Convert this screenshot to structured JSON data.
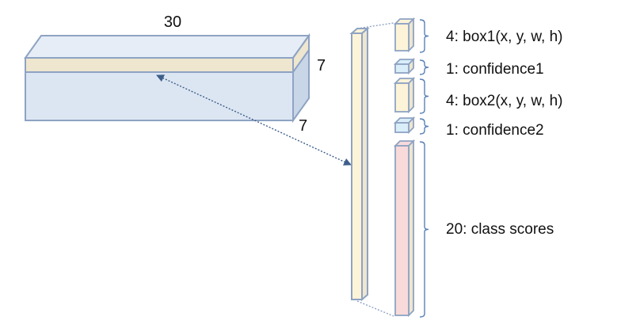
{
  "tensor": {
    "width_label": "30",
    "height_label": "7",
    "depth_label": "7"
  },
  "vector": {
    "segments": [
      {
        "id": "box1",
        "label": "4: box1(x, y, w, h)",
        "kind": "box"
      },
      {
        "id": "confidence1",
        "label": "1: confidence1",
        "kind": "confidence"
      },
      {
        "id": "box2",
        "label": "4: box2(x, y, w, h)",
        "kind": "box"
      },
      {
        "id": "confidence2",
        "label": "1: confidence2",
        "kind": "confidence"
      },
      {
        "id": "class-scores",
        "label": "20: class scores",
        "kind": "class"
      }
    ]
  },
  "colors": {
    "edge": "#8ea3c3",
    "tensor_front": "#dce6f2",
    "tensor_top": "#e6edf6",
    "tensor_side": "#c9d6e8",
    "slice": "#eee6cf",
    "column": "#fdf3d8",
    "confidence": "#d9eef9",
    "class": "#f8dada",
    "brace": "#5b82b8",
    "arrow": "#3e5e8a"
  }
}
